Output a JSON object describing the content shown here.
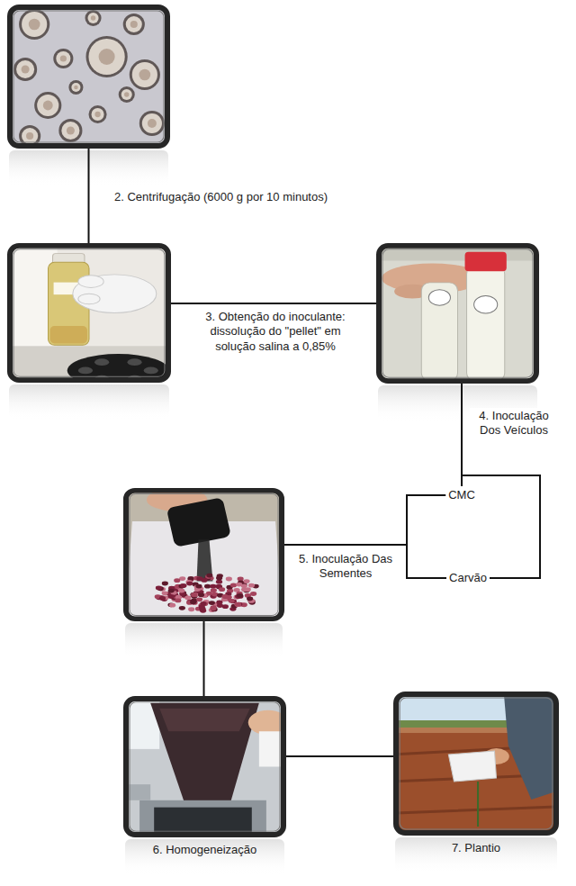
{
  "diagram": {
    "nodes": [
      {
        "text": []
      },
      {
        "text": []
      },
      {
        "text": []
      },
      {
        "text": [
          "CMC"
        ]
      },
      {
        "text": [
          "Carvão"
        ]
      },
      {
        "text": []
      },
      {
        "text": [
          "6. Homogeneização"
        ]
      },
      {
        "text": [
          "7. Plantio"
        ]
      }
    ],
    "edges": [
      {
        "from": 0,
        "to": 1,
        "label": "2. Centrifugação (6000 g por 10 minutos)",
        "arrow": "none"
      },
      {
        "from": 1,
        "to": 2,
        "label": "3. Obtenção do inoculante: dissolução do \"pellet\" em solução salina a 0,85%",
        "arrow": "none"
      },
      {
        "from": 2,
        "to": 3,
        "label": "4. Inoculação Dos Veículos",
        "arrow": "none"
      },
      {
        "from": 2,
        "to": 4,
        "arrow": "none"
      },
      {
        "from": 3,
        "to": 5,
        "label": "5. Inoculação Das Sementes",
        "arrow": "none"
      },
      {
        "from": 4,
        "to": 5,
        "arrow": "none"
      },
      {
        "from": 5,
        "to": 6,
        "arrow": "none"
      },
      {
        "from": 6,
        "to": 7,
        "arrow": "none"
      }
    ]
  }
}
